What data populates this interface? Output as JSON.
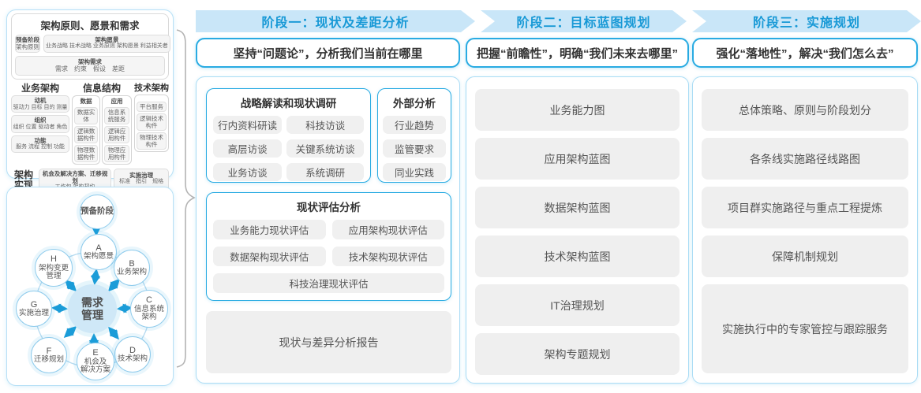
{
  "panel_top": {
    "title": "架构原则、愿景和需求",
    "prep_line1": "预备阶段",
    "prep_line2": "架构原则",
    "vision_title": "架构愿景",
    "vision_items": "业务战略 技术战略 业务原则 架构愿景 利益相关者",
    "req_title": "架构需求",
    "req_items": "需求　约束　假设　差距",
    "biz_title": "业务架构",
    "biz_boxes": [
      {
        "t": "动机",
        "s": "驱动力 目标 目的 测量"
      },
      {
        "t": "组织",
        "s": "组织 位置 驱动者 角色"
      },
      {
        "t": "功能",
        "s": "服务 流程 控制 功能"
      }
    ],
    "info_title": "信息结构",
    "data_title": "数据",
    "data_items": [
      "数据实体",
      "逻辑数据构件",
      "物理数据构件"
    ],
    "app_title": "应用",
    "app_items": [
      "信息系统服务",
      "逻辑应用构件",
      "物理应用构件"
    ],
    "tech_title": "技术架构",
    "tech_items": [
      "平台服务",
      "逻辑技术构件",
      "物理技术构件"
    ],
    "impl_label": "架构实现",
    "impl_box1_t": "机会及解决方案、迁移规划",
    "impl_box1_s": "工作包 架构契约",
    "impl_box2_t": "实施治理",
    "impl_box2_s": "标准　指引　规格"
  },
  "adm": {
    "prep": "预备阶段",
    "center": "需求管理",
    "nodes": [
      {
        "id": "A",
        "label": "架构愿景"
      },
      {
        "id": "B",
        "label": "业务架构"
      },
      {
        "id": "C",
        "label": "信息系统\n架构"
      },
      {
        "id": "D",
        "label": "技术架构"
      },
      {
        "id": "E",
        "label": "机会及\n解决方案"
      },
      {
        "id": "F",
        "label": "迁移规划"
      },
      {
        "id": "G",
        "label": "实施治理"
      },
      {
        "id": "H",
        "label": "架构变更\n管理"
      }
    ]
  },
  "phases": [
    {
      "header": "阶段一：现状及差距分析",
      "slogan": "坚持“问题论”，分析我们当前在哪里"
    },
    {
      "header": "阶段二：目标蓝图规划",
      "slogan": "把握“前瞻性”，明确“我们未来去哪里”"
    },
    {
      "header": "阶段三：实施规划",
      "slogan": "强化“落地性”，解决“我们怎么去”"
    }
  ],
  "phase1": {
    "group1_title": "战略解读和现状调研",
    "group1_items": [
      "行内资料研读",
      "科技访谈",
      "高层访谈",
      "关键系统访谈",
      "业务访谈",
      "系统调研"
    ],
    "group2_title": "外部分析",
    "group2_items": [
      "行业趋势",
      "监管要求",
      "同业实践"
    ],
    "group3_title": "现状评估分析",
    "group3_items": [
      "业务能力现状评估",
      "应用架构现状评估",
      "数据架构现状评估",
      "技术架构现状评估",
      "科技治理现状评估"
    ],
    "report": "现状与差异分析报告"
  },
  "phase2": {
    "items": [
      "业务能力图",
      "应用架构蓝图",
      "数据架构蓝图",
      "技术架构蓝图",
      "IT治理规划",
      "架构专题规划"
    ]
  },
  "phase3": {
    "items": [
      "总体策略、原则与阶段划分",
      "各条线实施路径线路图",
      "项目群实施路径与重点工程提炼",
      "保障机制规划",
      "实施执行中的专家管控与跟踪服务"
    ]
  },
  "colors": {
    "band_fill": "#c9e6f8",
    "band_text": "#1899d6",
    "accent": "#29abe2",
    "panel_border": "#aadcf5",
    "item_bg": "#f0f0f0",
    "arrow_blue": "#1b9cd8",
    "brace_gray": "#b3b3b3"
  }
}
